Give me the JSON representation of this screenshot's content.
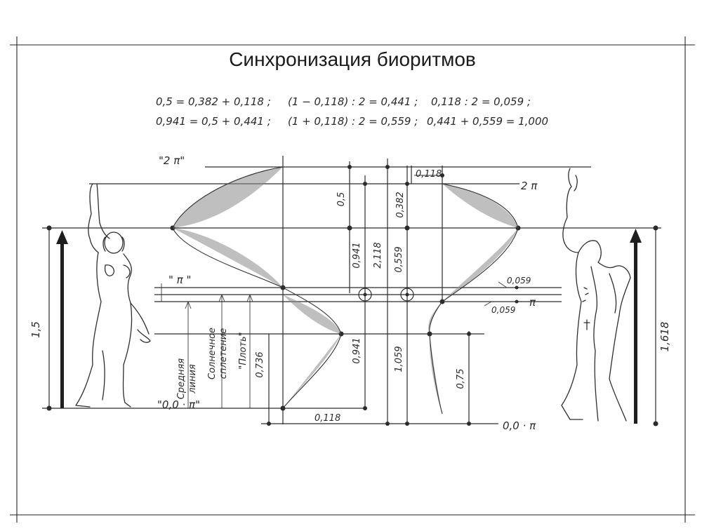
{
  "title": "Синхронизация биоритмов",
  "formulas": {
    "row1": [
      "0,5 = 0,382 + 0,118 ;",
      "(1 − 0,118) : 2 = 0,441 ;",
      "0,118 : 2 = 0,059 ;"
    ],
    "row2": [
      "0,941 = 0,5 + 0,441 ;",
      "(1 + 0,118) : 2 = 0,559 ;",
      "0,441 + 0,559 = 1,000"
    ]
  },
  "labels": {
    "two_pi_left": "\"2 π\"",
    "two_pi_right": "2 π",
    "pi_left": "\" π \"",
    "pi_right": "π",
    "zero_left": "\"0,0 · π\"",
    "zero_right": "0,0 · π",
    "height_left": "1,5",
    "height_right": "1,618",
    "middle_line": [
      "Средняя",
      "линия"
    ],
    "solar_plexus": [
      "Солнечное",
      "сплетение"
    ],
    "flesh": "\"Плоть\"",
    "flesh_value": "0,736"
  },
  "dimensions": {
    "v0_5": "0,5",
    "v0_382": "0,382",
    "v0_941_top": "0,941",
    "v2_118": "2,118",
    "v0_559": "0,559",
    "v0_941_bottom": "0,941",
    "v1_059": "1,059",
    "v0_75": "0,75",
    "h0_118_top": "0,118",
    "h0_118_bottom": "0,118",
    "v0_059_top": "0,059",
    "v0_059_bottom": "0,059"
  }
}
